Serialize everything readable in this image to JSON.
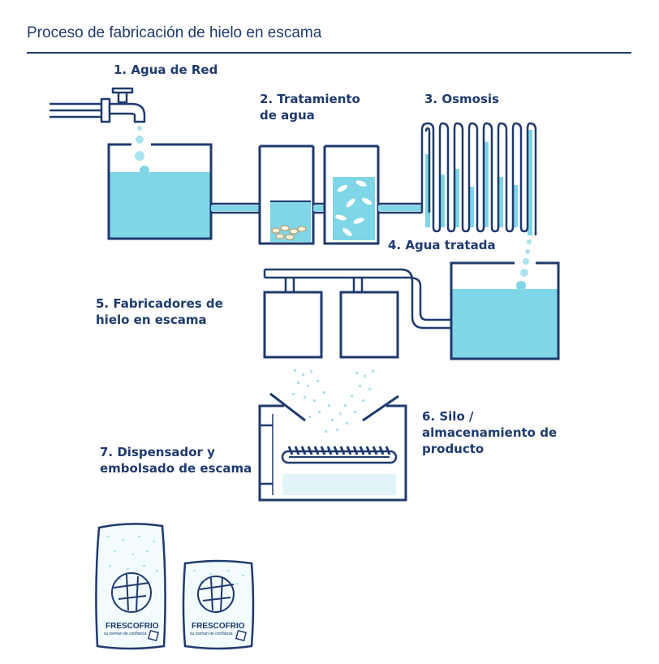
{
  "title": "Proceso de fabricación de hielo en escama",
  "steps": {
    "s1": "1. Agua de Red",
    "s2": "2. Tratamiento\nde agua",
    "s3": "3. Osmosis",
    "s4": "4. Agua tratada",
    "s5": "5. Fabricadores de\nhielo en escama",
    "s6": "6. Silo /\nalmacenamiento de\nproducto",
    "s7": "7. Dispensador y\nembolsado de escama"
  },
  "bags": {
    "brand": "FRESCOFRIO",
    "tagline": "su iceman de confianza"
  },
  "colors": {
    "navy": "#1f3a6e",
    "water": "#7fd6e6",
    "accent": "#a9e3ee"
  },
  "icons": [
    "faucet-icon",
    "ice-bag-icon",
    "hopper-icon"
  ]
}
